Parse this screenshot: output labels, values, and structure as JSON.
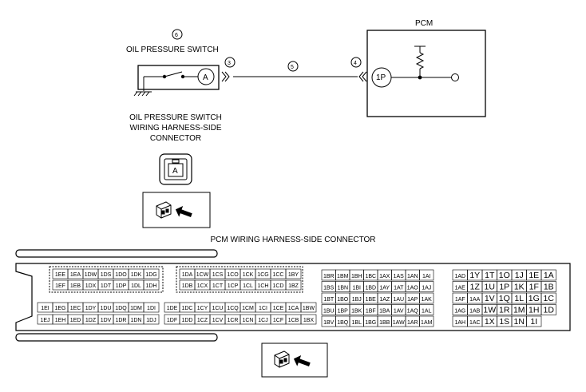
{
  "labels": {
    "pcm": "PCM",
    "marker_6": "6",
    "oil_pressure_switch": "OIL PRESSURE SWITCH",
    "marker_3": "3",
    "marker_5": "5",
    "marker_4": "4",
    "switch_terminal": "A",
    "pcm_terminal": "1P",
    "harness_caption_line1": "OIL PRESSURE SWITCH",
    "harness_caption_line2": "WIRING HARNESS-SIDE",
    "harness_caption_line3": "CONNECTOR",
    "harness_connector_pin": "A",
    "pcm_connector_title": "PCM WIRING HARNESS-SIDE CONNECTOR"
  },
  "pcm_connector": {
    "block1_top": [
      "1EE",
      "1EA",
      "1DW",
      "1DS",
      "1DO",
      "1DK",
      "1DG"
    ],
    "block1_mid": [
      "1EF",
      "1EB",
      "1DX",
      "1DT",
      "1DP",
      "1DL",
      "1DH"
    ],
    "block1_row3": [
      "1EI",
      "1EG",
      "1EC",
      "1DY",
      "1DU",
      "1DQ",
      "1DM",
      "1DI"
    ],
    "block1_row4": [
      "1EJ",
      "1EH",
      "1ED",
      "1DZ",
      "1DV",
      "1DR",
      "1DN",
      "1DJ"
    ],
    "block2_top": [
      "1DA",
      "1CW",
      "1CS",
      "1CO",
      "1CK",
      "1CG",
      "1CC",
      "1BY"
    ],
    "block2_mid": [
      "1DB",
      "1CX",
      "1CT",
      "1CP",
      "1CL",
      "1CH",
      "1CD",
      "1BZ"
    ],
    "block2_row3": [
      "1DE",
      "1DC",
      "1CY",
      "1CU",
      "1CQ",
      "1CM",
      "1CI",
      "1CE",
      "1CA",
      "1BW"
    ],
    "block2_row4": [
      "1DF",
      "1DD",
      "1CZ",
      "1CV",
      "1CR",
      "1CN",
      "1CJ",
      "1CF",
      "1CB",
      "1BX"
    ],
    "block3_rows": [
      [
        "1BR",
        "1BM",
        "1BH",
        "1BC",
        "1AX",
        "1AS",
        "1AN",
        "1AI"
      ],
      [
        "1BS",
        "1BN",
        "1BI",
        "1BD",
        "1AY",
        "1AT",
        "1AO",
        "1AJ"
      ],
      [
        "1BT",
        "1BO",
        "1BJ",
        "1BE",
        "1AZ",
        "1AU",
        "1AP",
        "1AK"
      ],
      [
        "1BU",
        "1BP",
        "1BK",
        "1BF",
        "1BA",
        "1AV",
        "1AQ",
        "1AL"
      ],
      [
        "1BV",
        "1BQ",
        "1BL",
        "1BG",
        "1BB",
        "1AW",
        "1AR",
        "1AM"
      ]
    ],
    "block4_rows": [
      [
        "1AD",
        "1Y",
        "1T",
        "1O",
        "1J",
        "1E",
        "1A"
      ],
      [
        "1AE",
        "1Z",
        "1U",
        "1P",
        "1K",
        "1F",
        "1B"
      ],
      [
        "1AF",
        "1AA",
        "1V",
        "1Q",
        "1L",
        "1G",
        "1C"
      ],
      [
        "1AG",
        "1AB",
        "1W",
        "1R",
        "1M",
        "1H",
        "1D"
      ],
      [
        "1AH",
        "1AC",
        "1X",
        "1S",
        "1N",
        "1I"
      ]
    ]
  }
}
